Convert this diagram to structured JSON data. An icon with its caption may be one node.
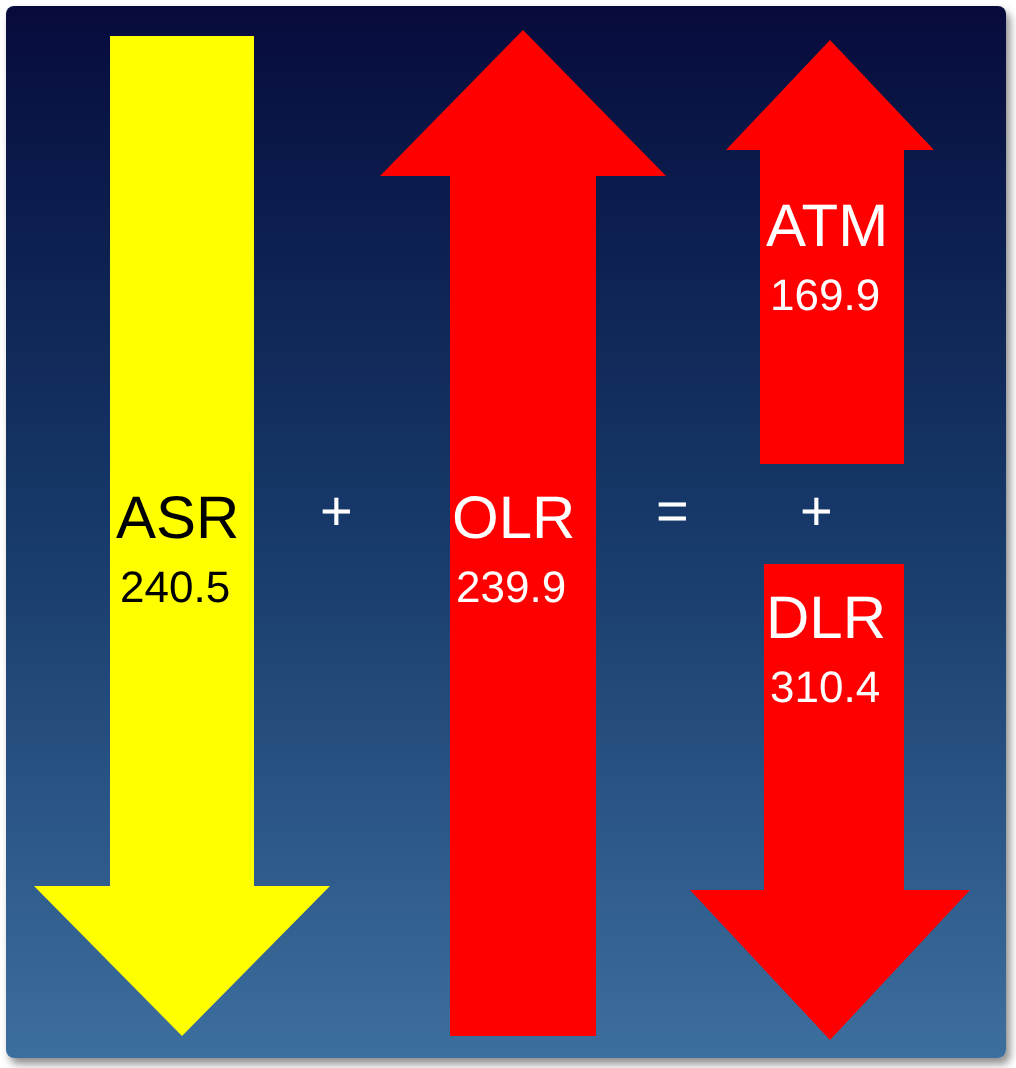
{
  "diagram": {
    "nodes": [
      {
        "text": [
          "ASR",
          "240.5"
        ]
      },
      {
        "text": [
          "OLR",
          "239.9"
        ]
      },
      {
        "text": [
          "ATM",
          "169.9"
        ]
      },
      {
        "text": [
          "DLR",
          "310.4"
        ]
      }
    ],
    "labels": [
      "+",
      "=",
      "+"
    ]
  }
}
